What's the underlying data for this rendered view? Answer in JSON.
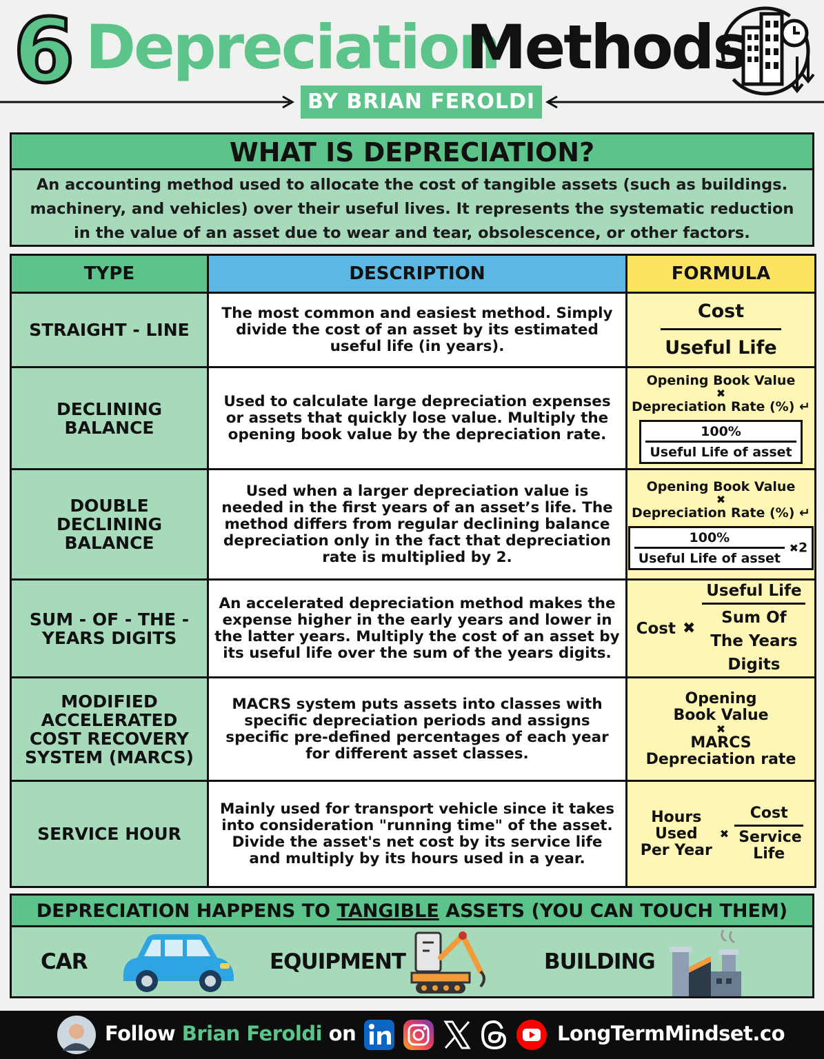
{
  "header": {
    "number": "6",
    "title_green": "Depreciation",
    "title_black": "Methods",
    "byline": "BY BRIAN FEROLDI",
    "icon": "building-clock-icon"
  },
  "what": {
    "heading": "WHAT IS DEPRECIATION?",
    "text": "An accounting method used to allocate the cost of tangible assets (such as buildings. machinery, and vehicles) over their useful lives. It represents the systematic reduction in the value of an asset due to wear and tear, obsolescence, or other factors."
  },
  "table": {
    "headers": {
      "type": "TYPE",
      "description": "DESCRIPTION",
      "formula": "FORMULA"
    },
    "rows": [
      {
        "type": "STRAIGHT - LINE",
        "description": "The most common and easiest method. Simply divide the cost of an asset by its estimated useful life (in years).",
        "formula": {
          "numerator": "Cost",
          "denominator": "Useful Life"
        }
      },
      {
        "type": "DECLINING BALANCE",
        "description": "Used to calculate large depreciation expenses or assets that quickly lose value. Multiply the opening book value by the depreciation rate.",
        "formula": {
          "line1": "Opening Book Value",
          "line2": "Depreciation Rate (%)",
          "numerator": "100%",
          "denominator": "Useful Life of asset"
        }
      },
      {
        "type": "DOUBLE DECLINING BALANCE",
        "description": "Used when a larger depreciation value is needed in the first years of an asset’s life. The method differs from regular declining balance depreciation only in the fact that depreciation rate is multiplied by 2.",
        "formula": {
          "line1": "Opening Book Value",
          "line2": "Depreciation Rate (%)",
          "numerator": "100%",
          "denominator": "Useful Life of asset",
          "multiplier": "2"
        }
      },
      {
        "type": "SUM - OF - THE - YEARS DIGITS",
        "description": "An accelerated depreciation method makes the expense higher in the early years and lower in the latter years. Multiply the cost of an asset by its useful life over the sum of the years digits.",
        "formula": {
          "left": "Cost",
          "numerator": "Useful Life",
          "denominator": "Sum Of The Years Digits"
        }
      },
      {
        "type": "MODIFIED ACCELERATED COST RECOVERY SYSTEM (MARCS)",
        "description": "MACRS system puts assets into classes with specific depreciation periods and assigns specific pre-defined percentages of each year for different asset classes.",
        "formula": {
          "line1": "Opening Book Value",
          "line2": "MARCS Depreciation rate"
        }
      },
      {
        "type": "SERVICE HOUR",
        "description": "Mainly used for transport vehicle since it takes into consideration \"running time\" of the asset. Divide the asset's net cost by its service life and multiply by its hours used in a year.",
        "formula": {
          "left": "Hours Used Per Year",
          "numerator": "Cost",
          "denominator": "Service Life"
        }
      }
    ]
  },
  "tangible": {
    "heading_pre": "DEPRECIATION HAPPENS TO ",
    "heading_underlined": "TANGIBLE",
    "heading_post": " ASSETS (YOU CAN TOUCH THEM)",
    "assets": [
      {
        "label": "CAR",
        "icon": "car-icon"
      },
      {
        "label": "EQUIPMENT",
        "icon": "robot-arm-icon"
      },
      {
        "label": "BUILDING",
        "icon": "factory-icon"
      }
    ]
  },
  "footer": {
    "follow": "Follow ",
    "name": "Brian Feroldi",
    "on": " on",
    "site": "LongTermMindset.co",
    "colors": {
      "green": "#5cc48a",
      "linkedin": "#0a66c2",
      "youtube": "#ff0000"
    }
  }
}
